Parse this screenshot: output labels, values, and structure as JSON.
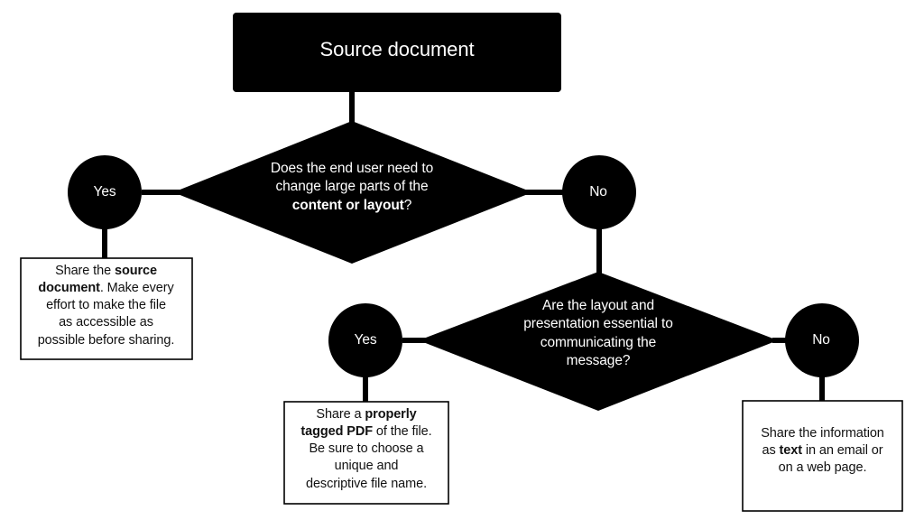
{
  "diagram": {
    "title": "Source document sharing decision flowchart",
    "colors": {
      "node_fill": "#000000",
      "node_text": "#ffffff",
      "outcome_fill": "#ffffff",
      "outcome_text": "#111111",
      "outcome_border": "#000000",
      "background": "#ffffff",
      "connector": "#000000"
    },
    "start": {
      "label": "Source document",
      "shape": "rounded-rectangle"
    },
    "decisions": [
      {
        "id": "decision-1",
        "shape": "diamond",
        "text_plain": "Does the end user need to change large parts of the content or layout?",
        "lines": [
          [
            {
              "text": "Does the end user need to",
              "bold": false
            }
          ],
          [
            {
              "text": "change large parts of the",
              "bold": false
            }
          ],
          [
            {
              "text": "content or layout",
              "bold": true
            },
            {
              "text": "?",
              "bold": false
            }
          ]
        ],
        "branches": [
          {
            "label": "Yes",
            "position": "left",
            "leads_to": "outcome-1"
          },
          {
            "label": "No",
            "position": "right",
            "leads_to": "decision-2"
          }
        ]
      },
      {
        "id": "decision-2",
        "shape": "diamond",
        "text_plain": "Are the layout and presentation essential to communicating the message?",
        "lines": [
          [
            {
              "text": "Are the layout and",
              "bold": false
            }
          ],
          [
            {
              "text": "presentation essential to",
              "bold": false
            }
          ],
          [
            {
              "text": "communicating the",
              "bold": false
            }
          ],
          [
            {
              "text": "message?",
              "bold": false
            }
          ]
        ],
        "branches": [
          {
            "label": "Yes",
            "position": "left",
            "leads_to": "outcome-2"
          },
          {
            "label": "No",
            "position": "right",
            "leads_to": "outcome-3"
          }
        ]
      }
    ],
    "outcomes": [
      {
        "id": "outcome-1",
        "shape": "rectangle",
        "text_plain": "Share the source document. Make every effort to make the file as accessible as possible before sharing.",
        "lines": [
          [
            {
              "text": "Share the ",
              "bold": false
            },
            {
              "text": "source",
              "bold": true
            }
          ],
          [
            {
              "text": "document",
              "bold": true
            },
            {
              "text": ". Make every",
              "bold": false
            }
          ],
          [
            {
              "text": "effort to make the file",
              "bold": false
            }
          ],
          [
            {
              "text": "as accessible as",
              "bold": false
            }
          ],
          [
            {
              "text": "possible before sharing.",
              "bold": false
            }
          ]
        ]
      },
      {
        "id": "outcome-2",
        "shape": "rectangle",
        "text_plain": "Share a properly tagged PDF of the file. Be sure to choose a unique and descriptive file name.",
        "lines": [
          [
            {
              "text": "Share a ",
              "bold": false
            },
            {
              "text": "properly",
              "bold": true
            }
          ],
          [
            {
              "text": "tagged PDF",
              "bold": true
            },
            {
              "text": " of the file.",
              "bold": false
            }
          ],
          [
            {
              "text": "Be sure to choose a",
              "bold": false
            }
          ],
          [
            {
              "text": "unique and",
              "bold": false
            }
          ],
          [
            {
              "text": "descriptive file name.",
              "bold": false
            }
          ]
        ]
      },
      {
        "id": "outcome-3",
        "shape": "rectangle",
        "text_plain": "Share the information as text in an email or on a web page.",
        "lines": [
          [
            {
              "text": "Share the information",
              "bold": false
            }
          ],
          [
            {
              "text": "as ",
              "bold": false
            },
            {
              "text": "text",
              "bold": true
            },
            {
              "text": " in an email or",
              "bold": false
            }
          ],
          [
            {
              "text": "on a web page.",
              "bold": false
            }
          ]
        ]
      }
    ],
    "branch_labels": {
      "yes_1": "Yes",
      "no_1": "No",
      "yes_2": "Yes",
      "no_2": "No"
    }
  }
}
